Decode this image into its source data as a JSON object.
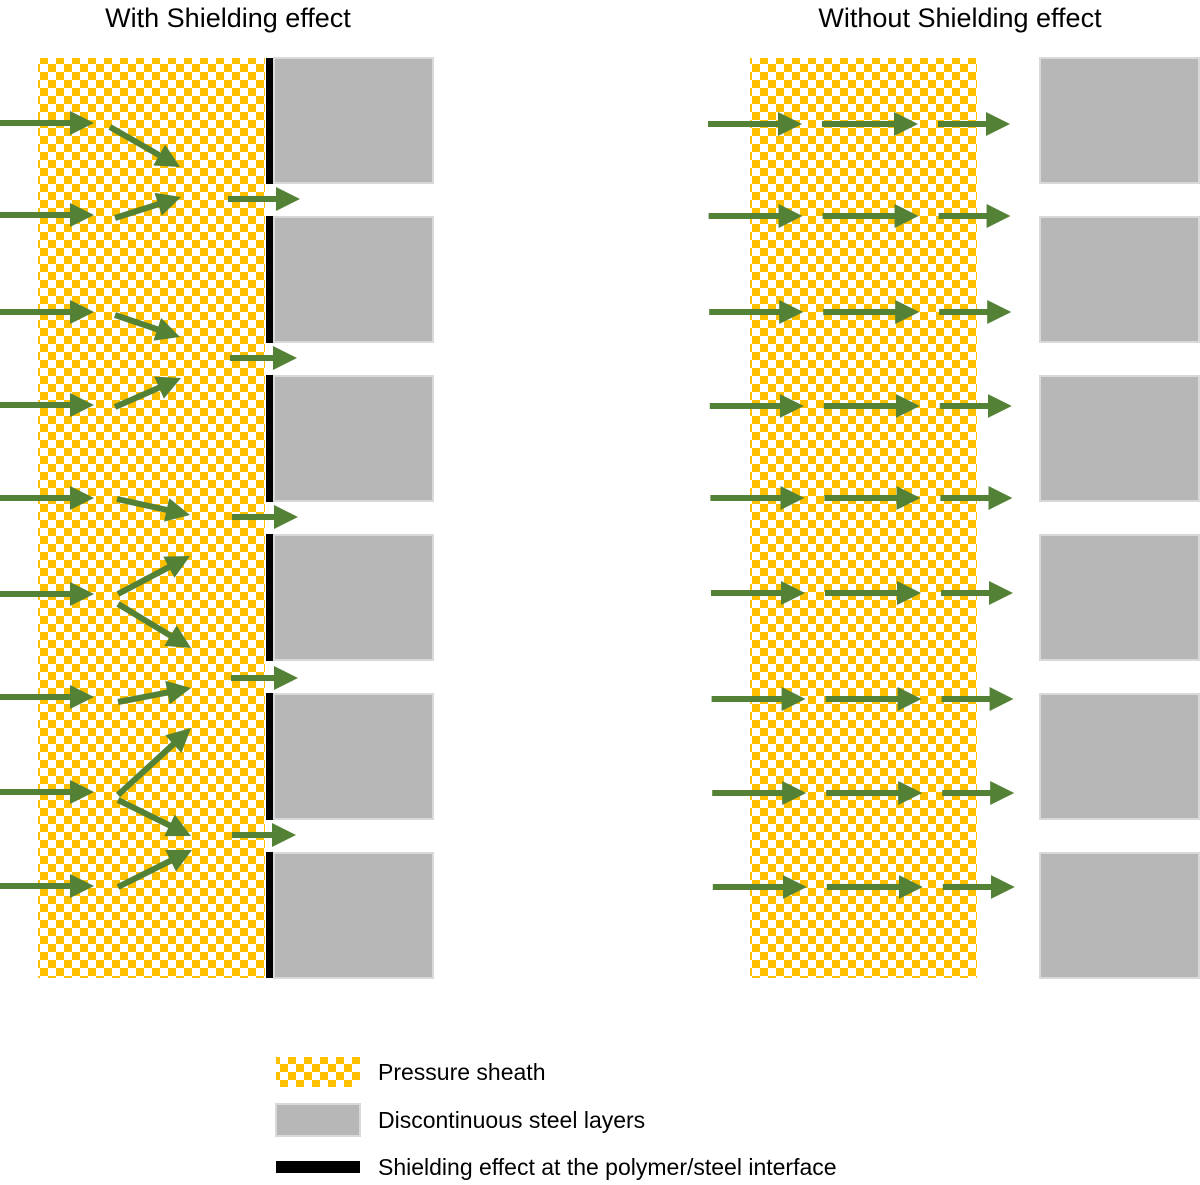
{
  "panels": {
    "left": {
      "title": "With Shielding effect"
    },
    "right": {
      "title": "Without Shielding effect"
    }
  },
  "legend": {
    "items": [
      {
        "id": "pressure-sheath",
        "label": "Pressure sheath"
      },
      {
        "id": "steel-layers",
        "label": "Discontinuous steel layers"
      },
      {
        "id": "shielding",
        "label": "Shielding effect at the polymer/steel interface"
      }
    ]
  },
  "colors": {
    "checker_a": "#FFC000",
    "checker_b": "#FFFFFF",
    "steel_fill": "#B7B7B7",
    "steel_border": "#D9D9D9",
    "shield": "#000000",
    "arrow": "#538135"
  },
  "structure": {
    "steel_block_count": 6,
    "shielded_gap_count": 5
  }
}
